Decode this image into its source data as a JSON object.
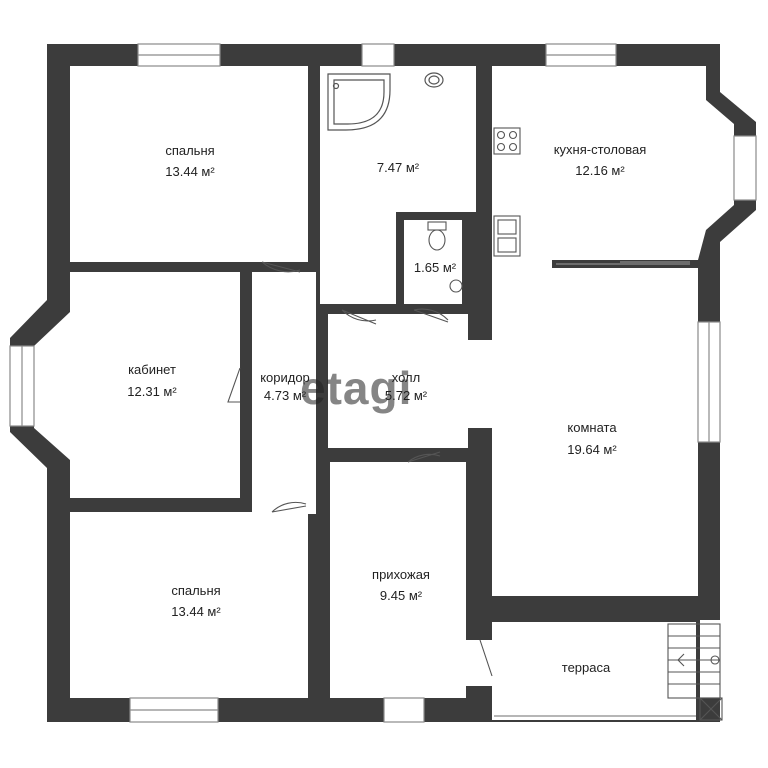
{
  "colors": {
    "wall": "#3c3c3c",
    "floor": "#ffffff",
    "window": "#8a8a8a",
    "fixture": "#555555"
  },
  "watermark": "etagi",
  "rooms": {
    "bedroom_top": {
      "name": "спальня",
      "area": "13.44 м²"
    },
    "bathroom": {
      "name": "",
      "area": "7.47 м²"
    },
    "kitchen": {
      "name": "кухня-столовая",
      "area": "12.16 м²"
    },
    "wc": {
      "name": "",
      "area": "1.65 м²"
    },
    "study": {
      "name": "кабинет",
      "area": "12.31 м²"
    },
    "corridor": {
      "name": "коридор",
      "area": "4.73 м²"
    },
    "hall": {
      "name": "холл",
      "area": "5.72 м²"
    },
    "room": {
      "name": "комната",
      "area": "19.64 м²"
    },
    "bedroom_bottom": {
      "name": "спальня",
      "area": "13.44 м²"
    },
    "entry": {
      "name": "прихожая",
      "area": "9.45 м²"
    },
    "terrace": {
      "name": "терраса",
      "area": ""
    }
  },
  "icons": [
    "bathtub-icon",
    "sink-icon",
    "stove-icon",
    "kitchen-sink-icon",
    "toilet-icon",
    "stairs-icon"
  ]
}
